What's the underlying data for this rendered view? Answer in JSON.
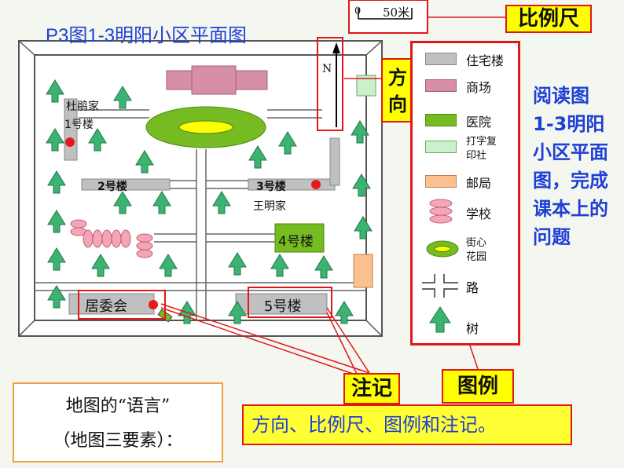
{
  "title": "P3图1-3明阳小区平面图",
  "scale_bar": {
    "zero": "0",
    "value": "50米"
  },
  "compass": {
    "north": "N"
  },
  "callouts": {
    "scale": "比例尺",
    "direction": "方向",
    "notes": "注记",
    "legend": "图例"
  },
  "map_labels": {
    "building_1": [
      "杜鹃家",
      "1号楼"
    ],
    "building_2": "2号楼",
    "building_3": "3号楼",
    "wangming": "王明家",
    "building_4": "4号楼",
    "building_5": "5号楼",
    "committee": "居委会"
  },
  "legend": {
    "residential": "住宅楼",
    "mall": "商场",
    "hospital": "医院",
    "print_shop": [
      "打字复",
      "印社"
    ],
    "post_office": "邮局",
    "school": "学校",
    "garden": [
      "街心",
      "花园"
    ],
    "road": "路",
    "tree": "树"
  },
  "side_text": "阅读图1-3明阳小区平面图，完成课本上的问题",
  "map_language": {
    "line1": "地图的“语言”",
    "line2": "（地图三要素）："
  },
  "answer": "方向、比例尺、图例和注记。",
  "colors": {
    "residential": "#c0c0c0",
    "mall": "#d68fa6",
    "hospital": "#77bb22",
    "print_shop": "#ccf0cc",
    "post_office": "#fac090",
    "school": "#f4a6b6",
    "tree": "#3cb371",
    "border_red": "#e01818",
    "title_blue": "#1f3fd6"
  }
}
